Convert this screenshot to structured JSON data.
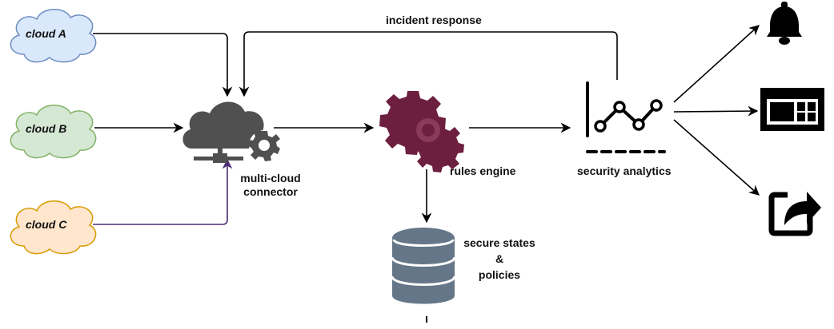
{
  "colors": {
    "cloud_a": "#dae8fc",
    "cloud_a_stroke": "#6c8ebf",
    "cloud_b": "#d5e8d4",
    "cloud_b_stroke": "#82b366",
    "cloud_c": "#ffe6cc",
    "cloud_c_stroke": "#d79b00",
    "connector_icon": "#505050",
    "rules_engine": "#6d1f3f",
    "database": "#647687",
    "purple_edge": "#4b2e73"
  },
  "nodes": {
    "cloud_a": {
      "label": "cloud A",
      "icon": "cloud-shape"
    },
    "cloud_b": {
      "label": "cloud B",
      "icon": "cloud-shape"
    },
    "cloud_c": {
      "label": "cloud C",
      "icon": "cloud-shape"
    },
    "connector": {
      "label_line1": "multi-cloud",
      "label_line2": "connector",
      "icon": "cloud-network-gear-icon"
    },
    "rules_engine": {
      "label": "rules engine",
      "icon": "gears-icon"
    },
    "database": {
      "label_line1": "secure states",
      "label_line2": "&",
      "label_line3": "policies",
      "icon": "database-icon"
    },
    "analytics": {
      "label": "security analytics",
      "icon": "line-chart-icon"
    },
    "outputs": [
      {
        "icon": "bell-icon"
      },
      {
        "icon": "dashboard-icon"
      },
      {
        "icon": "share-icon"
      }
    ]
  },
  "edges": {
    "incident_response": "incident response"
  }
}
